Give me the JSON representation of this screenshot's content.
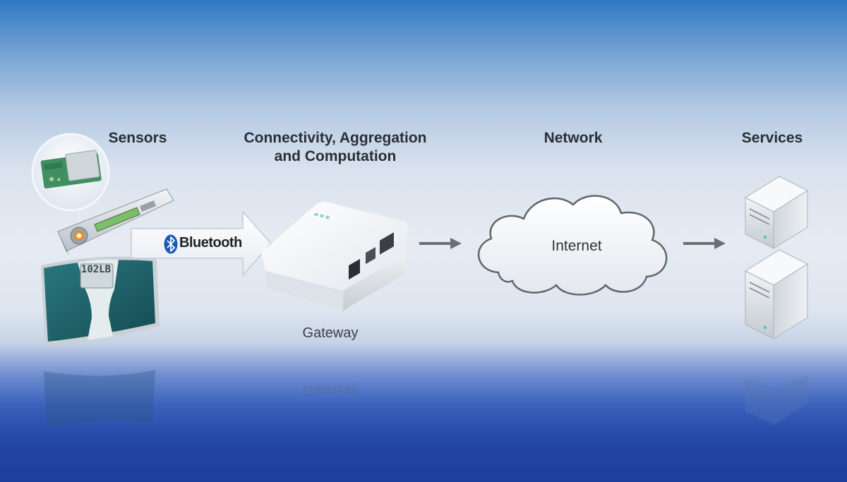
{
  "headings": {
    "sensors": "Sensors",
    "connectivity_line1": "Connectivity, Aggregation",
    "connectivity_line2": "and Computation",
    "network": "Network",
    "services": "Services"
  },
  "labels": {
    "bluetooth": "Bluetooth",
    "gateway": "Gateway",
    "internet": "Internet",
    "scale_display": "102LB",
    "gateway_reflection": "Gateway"
  },
  "colors": {
    "background_top": "#2f78c4",
    "background_middle": "#e6ebf2",
    "background_bottom": "#1d3e9a",
    "bluetooth_blue": "#1a5ab8",
    "scale_teal": "#1f5e63",
    "arrow_gray": "#6b6f74"
  },
  "icons": [
    "sensor-module-icon",
    "sensor-stick-icon",
    "weight-scale-icon",
    "bluetooth-icon",
    "gateway-device-icon",
    "internet-cloud-icon",
    "server-icon"
  ]
}
